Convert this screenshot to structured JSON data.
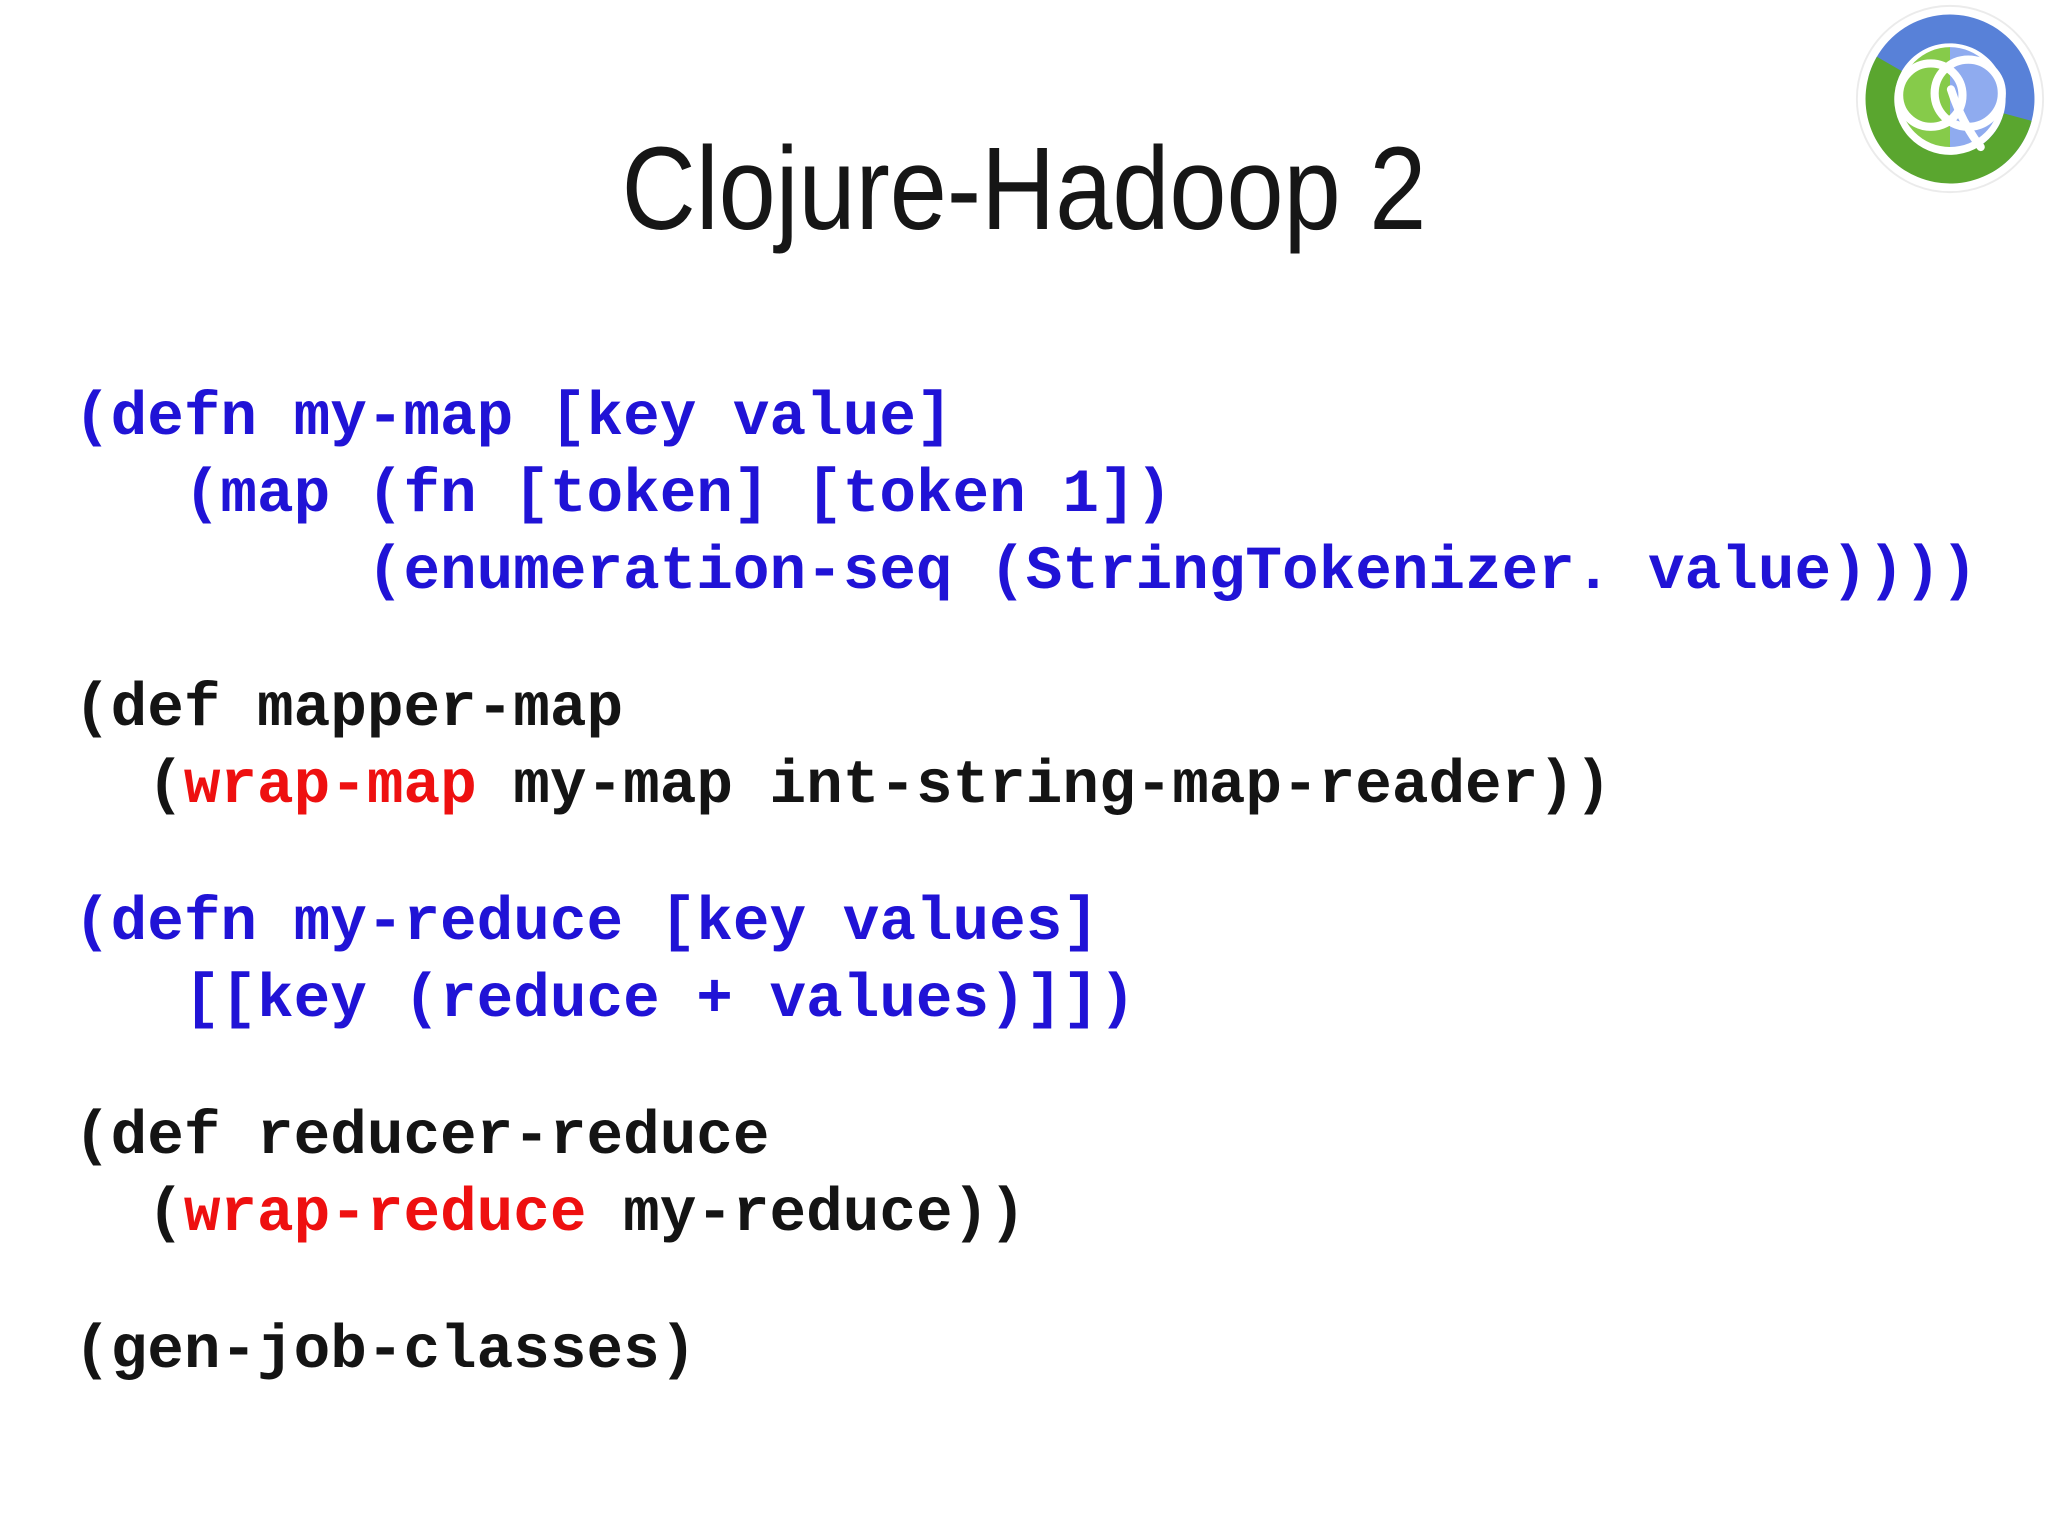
{
  "slide": {
    "title": "Clojure-Hadoop 2"
  },
  "colors": {
    "blue": "#2013d6",
    "red": "#ee1010",
    "black": "#141414"
  },
  "logo": {
    "name": "clojure-logo",
    "colors": {
      "outer_blue": "#5881d8",
      "outer_green": "#5aa62f",
      "inner_green": "#86cb4a",
      "inner_blue": "#8fabef",
      "rim": "#ebebeb",
      "white": "#ffffff"
    }
  },
  "code": {
    "stanzas": [
      {
        "lines": [
          [
            {
              "t": "(defn my-map [key value]",
              "c": "blue"
            }
          ],
          [
            {
              "t": "   (map (fn [token] [token 1])",
              "c": "blue"
            }
          ],
          [
            {
              "t": "        (enumeration-seq (StringTokenizer. value))))",
              "c": "blue"
            }
          ]
        ]
      },
      {
        "lines": [
          [
            {
              "t": "(def mapper-map",
              "c": "black"
            }
          ],
          [
            {
              "t": "  (",
              "c": "black"
            },
            {
              "t": "wrap-map",
              "c": "red"
            },
            {
              "t": " my-map int-string-map-reader))",
              "c": "black"
            }
          ]
        ]
      },
      {
        "lines": [
          [
            {
              "t": "(defn my-reduce [key values]",
              "c": "blue"
            }
          ],
          [
            {
              "t": "   [[key (reduce + values)]])",
              "c": "blue"
            }
          ]
        ]
      },
      {
        "lines": [
          [
            {
              "t": "(def reducer-reduce",
              "c": "black"
            }
          ],
          [
            {
              "t": "  (",
              "c": "black"
            },
            {
              "t": "wrap-reduce",
              "c": "red"
            },
            {
              "t": " my-reduce))",
              "c": "black"
            }
          ]
        ]
      },
      {
        "lines": [
          [
            {
              "t": "(gen-job-classes)",
              "c": "black"
            }
          ]
        ]
      }
    ]
  }
}
